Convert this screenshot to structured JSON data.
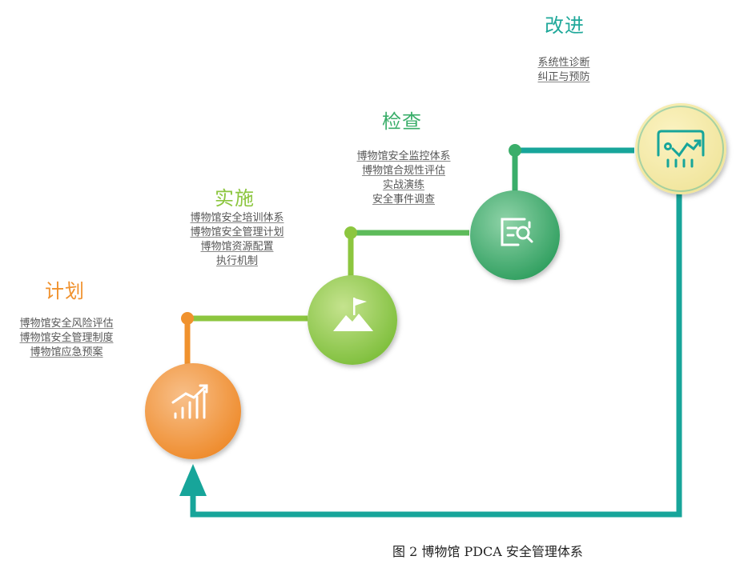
{
  "stages": {
    "plan": {
      "title": "计划",
      "color": "#F0922E",
      "icon": "rising-bar-chart-icon",
      "items": [
        "博物馆安全风险评估",
        "博物馆安全管理制度",
        "博物馆应急预案"
      ]
    },
    "do": {
      "title": "实施",
      "color": "#8CC63F",
      "icon": "mountain-flag-icon",
      "items": [
        "博物馆安全培训体系",
        "博物馆安全管理计划",
        "博物馆资源配置",
        "执行机制"
      ]
    },
    "check": {
      "title": "检查",
      "color": "#3AAE6A",
      "icon": "document-search-icon",
      "items": [
        "博物馆安全监控体系",
        "博物馆合规性评估",
        "实战演练",
        "安全事件调查"
      ]
    },
    "act": {
      "title": "改进",
      "color": "#1FA89A",
      "icon": "trend-chart-icon",
      "items": [
        "系统性诊断",
        "纠正与预防"
      ]
    }
  },
  "loop_color": "#17A59A",
  "caption": "图 2 博物馆 PDCA 安全管理体系"
}
